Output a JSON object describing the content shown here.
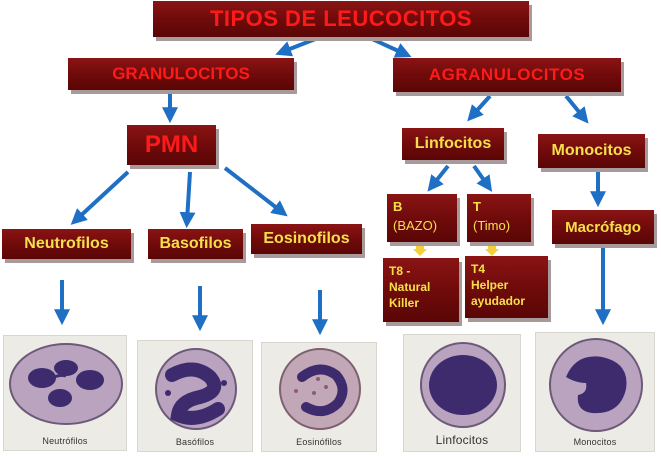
{
  "title": "TIPOS DE LEUCOCITOS",
  "granulocitos": "GRANULOCITOS",
  "agranulocitos": "AGRANULOCITOS",
  "pmn": "PMN",
  "neutrofilos": "Neutrofilos",
  "basofilos": "Basofilos",
  "eosinofilos": "Eosinofilos",
  "linfocitos": "Linfocitos",
  "monocitos": "Monocitos",
  "macrofago": "Macrófago",
  "b_cell": {
    "letter": "B",
    "note": "(BAZO)"
  },
  "t_cell": {
    "letter": "T",
    "note": "(Timo)"
  },
  "t8": {
    "line1": "T8 -",
    "line2": "Natural",
    "line3": "Killer"
  },
  "t4": {
    "line1": "T4",
    "line2": "Helper",
    "line3": "ayudador"
  },
  "photos": {
    "neutrofilos": "Neutrófilos",
    "basofilos": "Basófilos",
    "eosinofilos": "Eosinófilos",
    "linfocitos": "Linfocitos",
    "monocitos": "Monocitos"
  },
  "colors": {
    "box_bg": "#7a0e0e",
    "title_text": "#ff1a1a",
    "label_text": "#f6e04a",
    "arrow": "#1f6fc4",
    "small_arrow": "#f3d03a",
    "nucleus": "#3e2b6e",
    "cytoplasm": "#b9a3bf"
  }
}
